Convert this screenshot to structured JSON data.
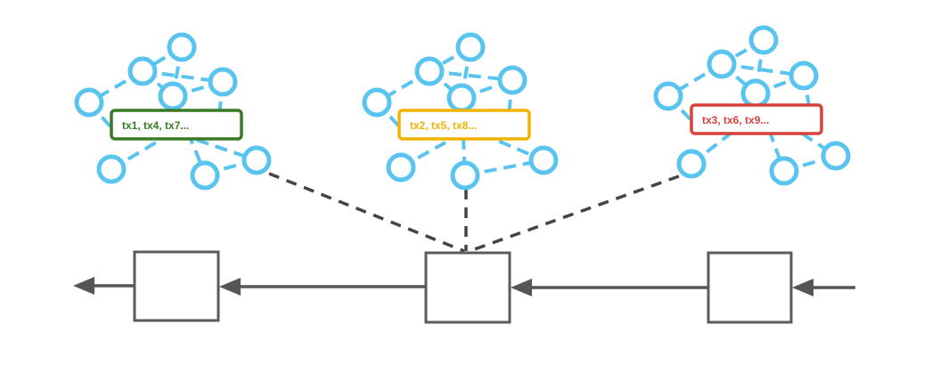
{
  "shards": [
    {
      "label": "tx1, tx4, tx7...",
      "color": "#3a7a25"
    },
    {
      "label": "tx2, tx5, tx8...",
      "color": "#f0b400"
    },
    {
      "label": "tx3, tx6, tx9...",
      "color": "#d9423b"
    }
  ],
  "colors": {
    "network_node": "#58c4ef",
    "block_border": "#5b5b5b",
    "link": "#454545",
    "arrow": "#555555"
  },
  "chain": {
    "blocks": 3
  }
}
